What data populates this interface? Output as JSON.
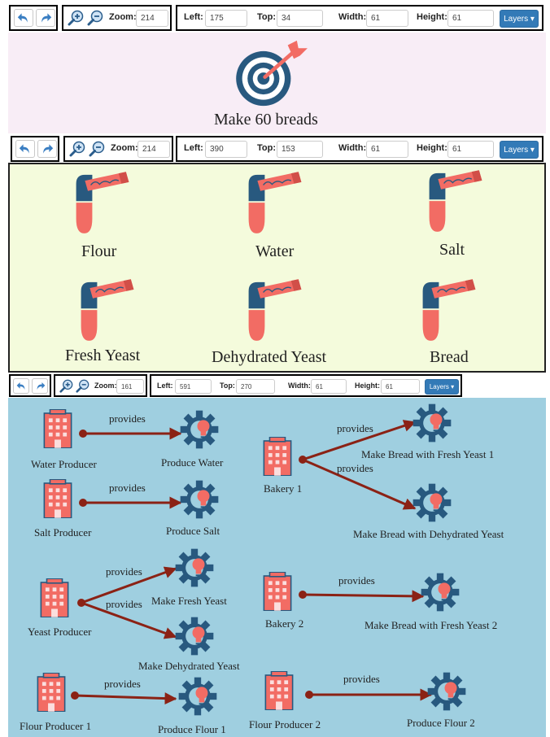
{
  "colors": {
    "blue": "#28597f",
    "salmon": "#f26c64",
    "panel1": "#f8edf6",
    "panel2": "#f4fbdc",
    "panel3": "#9fcfe0",
    "arrow": "#8b2215",
    "btn": "#337ab7"
  },
  "toolbars": [
    {
      "zoom_label": "Zoom:",
      "zoom": "214",
      "left_label": "Left:",
      "left": "175",
      "top_label": "Top:",
      "top": "34",
      "width_label": "Width:",
      "width": "61",
      "height_label": "Height:",
      "height": "61",
      "layers": "Layers"
    },
    {
      "zoom_label": "Zoom:",
      "zoom": "214",
      "left_label": "Left:",
      "left": "390",
      "top_label": "Top:",
      "top": "153",
      "width_label": "Width:",
      "width": "61",
      "height_label": "Height:",
      "height": "61",
      "layers": "Layers"
    },
    {
      "zoom_label": "Zoom:",
      "zoom": "161",
      "left_label": "Left:",
      "left": "591",
      "top_label": "Top:",
      "top": "270",
      "width_label": "Width:",
      "width": "61",
      "height_label": "Height:",
      "height": "61",
      "layers": "Layers"
    }
  ],
  "goal": {
    "label": "Make 60 breads",
    "icon": "target-icon"
  },
  "resources": [
    {
      "label": "Flour",
      "icon": "resource-icon"
    },
    {
      "label": "Water",
      "icon": "resource-icon"
    },
    {
      "label": "Salt",
      "icon": "resource-icon"
    },
    {
      "label": "Fresh Yeast",
      "icon": "resource-icon"
    },
    {
      "label": "Dehydrated Yeast",
      "icon": "resource-icon"
    },
    {
      "label": "Bread",
      "icon": "resource-icon"
    }
  ],
  "actors": [
    {
      "label": "Water Producer",
      "icon": "building-icon"
    },
    {
      "label": "Salt Producer",
      "icon": "building-icon"
    },
    {
      "label": "Yeast Producer",
      "icon": "building-icon"
    },
    {
      "label": "Flour Producer 1",
      "icon": "building-icon"
    },
    {
      "label": "Bakery 1",
      "icon": "building-icon"
    },
    {
      "label": "Bakery 2",
      "icon": "building-icon"
    },
    {
      "label": "Flour Producer 2",
      "icon": "building-icon"
    }
  ],
  "capabilities": [
    {
      "label": "Produce Water",
      "icon": "gear-bulb-icon"
    },
    {
      "label": "Produce Salt",
      "icon": "gear-bulb-icon"
    },
    {
      "label": "Make Fresh Yeast",
      "icon": "gear-bulb-icon"
    },
    {
      "label": "Make Dehydrated Yeast",
      "icon": "gear-bulb-icon"
    },
    {
      "label": "Produce Flour 1",
      "icon": "gear-bulb-icon"
    },
    {
      "label": "Make Bread with Fresh Yeast 1",
      "icon": "gear-bulb-icon"
    },
    {
      "label": "Make Bread with Dehydrated Yeast",
      "icon": "gear-bulb-icon"
    },
    {
      "label": "Make Bread with Fresh Yeast 2",
      "icon": "gear-bulb-icon"
    },
    {
      "label": "Produce Flour 2",
      "icon": "gear-bulb-icon"
    }
  ],
  "edges": [
    {
      "from": "Water Producer",
      "to": "Produce Water",
      "label": "provides"
    },
    {
      "from": "Salt Producer",
      "to": "Produce Salt",
      "label": "provides"
    },
    {
      "from": "Yeast Producer",
      "to": "Make Fresh Yeast",
      "label": "provides"
    },
    {
      "from": "Yeast Producer",
      "to": "Make Dehydrated Yeast",
      "label": "provides"
    },
    {
      "from": "Flour Producer 1",
      "to": "Produce Flour 1",
      "label": "provides"
    },
    {
      "from": "Bakery 1",
      "to": "Make Bread with Fresh Yeast 1",
      "label": "provides"
    },
    {
      "from": "Bakery 1",
      "to": "Make Bread with Dehydrated Yeast",
      "label": "provides"
    },
    {
      "from": "Bakery 2",
      "to": "Make Bread with Fresh Yeast 2",
      "label": "provides"
    },
    {
      "from": "Flour Producer 2",
      "to": "Produce Flour 2",
      "label": "provides"
    }
  ]
}
